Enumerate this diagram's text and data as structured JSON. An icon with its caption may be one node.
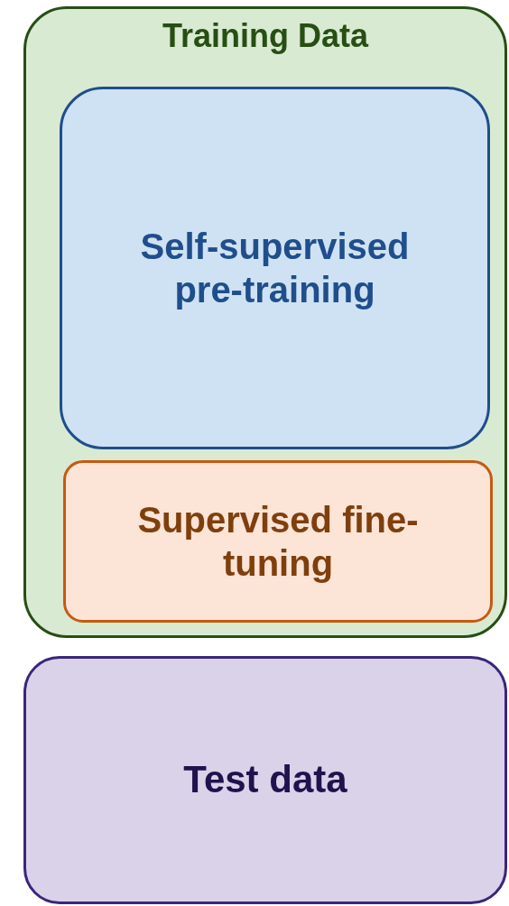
{
  "diagram": {
    "nodes": [
      {
        "text": [
          "Training Data"
        ]
      },
      {
        "text": [
          "Self-supervised pre-training"
        ],
        "in": 0
      },
      {
        "text": [
          "Supervised fine-tuning"
        ],
        "in": 0
      },
      {
        "text": [
          "Test data"
        ]
      }
    ],
    "edges": []
  }
}
